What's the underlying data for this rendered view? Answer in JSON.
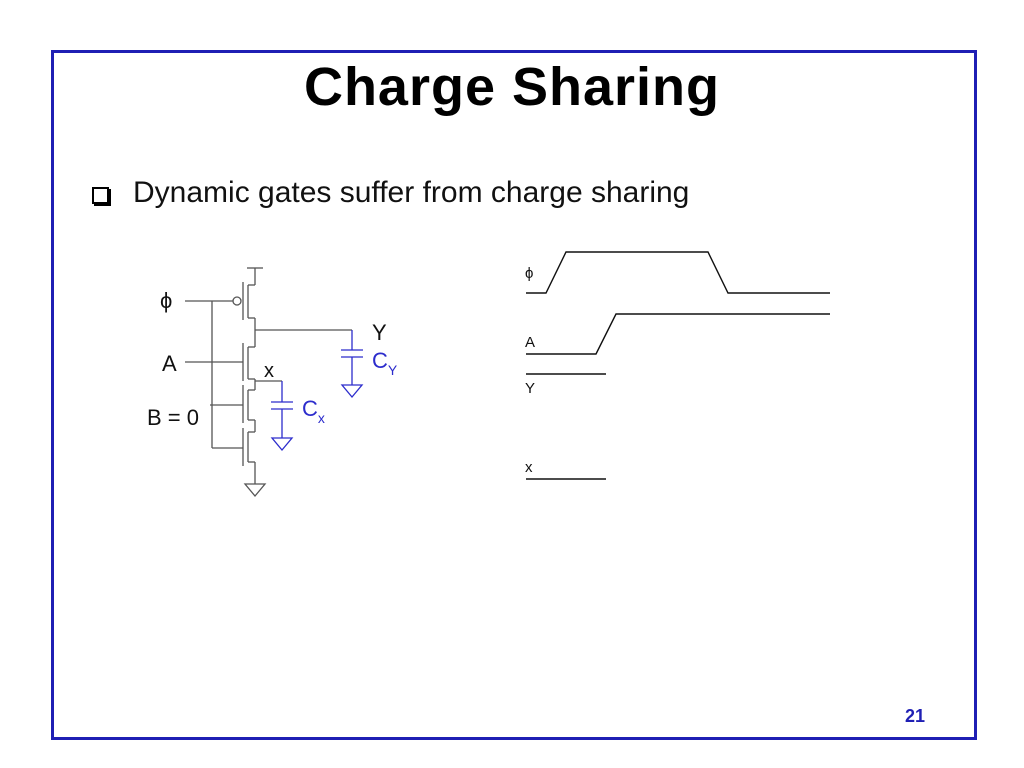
{
  "slide": {
    "title": "Charge Sharing",
    "bullet": "Dynamic gates suffer from charge sharing",
    "page_number": "21"
  },
  "circuit": {
    "phi_label": "ϕ",
    "a_label": "A",
    "b_label": "B = 0",
    "x_node": "x",
    "y_node": "Y",
    "cy_main": "C",
    "cy_sub": "Y",
    "cx_main": "C",
    "cx_sub": "x"
  },
  "waveforms": {
    "phi_label": "ϕ",
    "a_label": "A",
    "y_label": "Y",
    "x_label": "x"
  },
  "colors": {
    "frame": "#1f1fb4",
    "capacitor": "#2c2ccc",
    "wire": "#555555",
    "page_number": "#1f1fb4"
  }
}
